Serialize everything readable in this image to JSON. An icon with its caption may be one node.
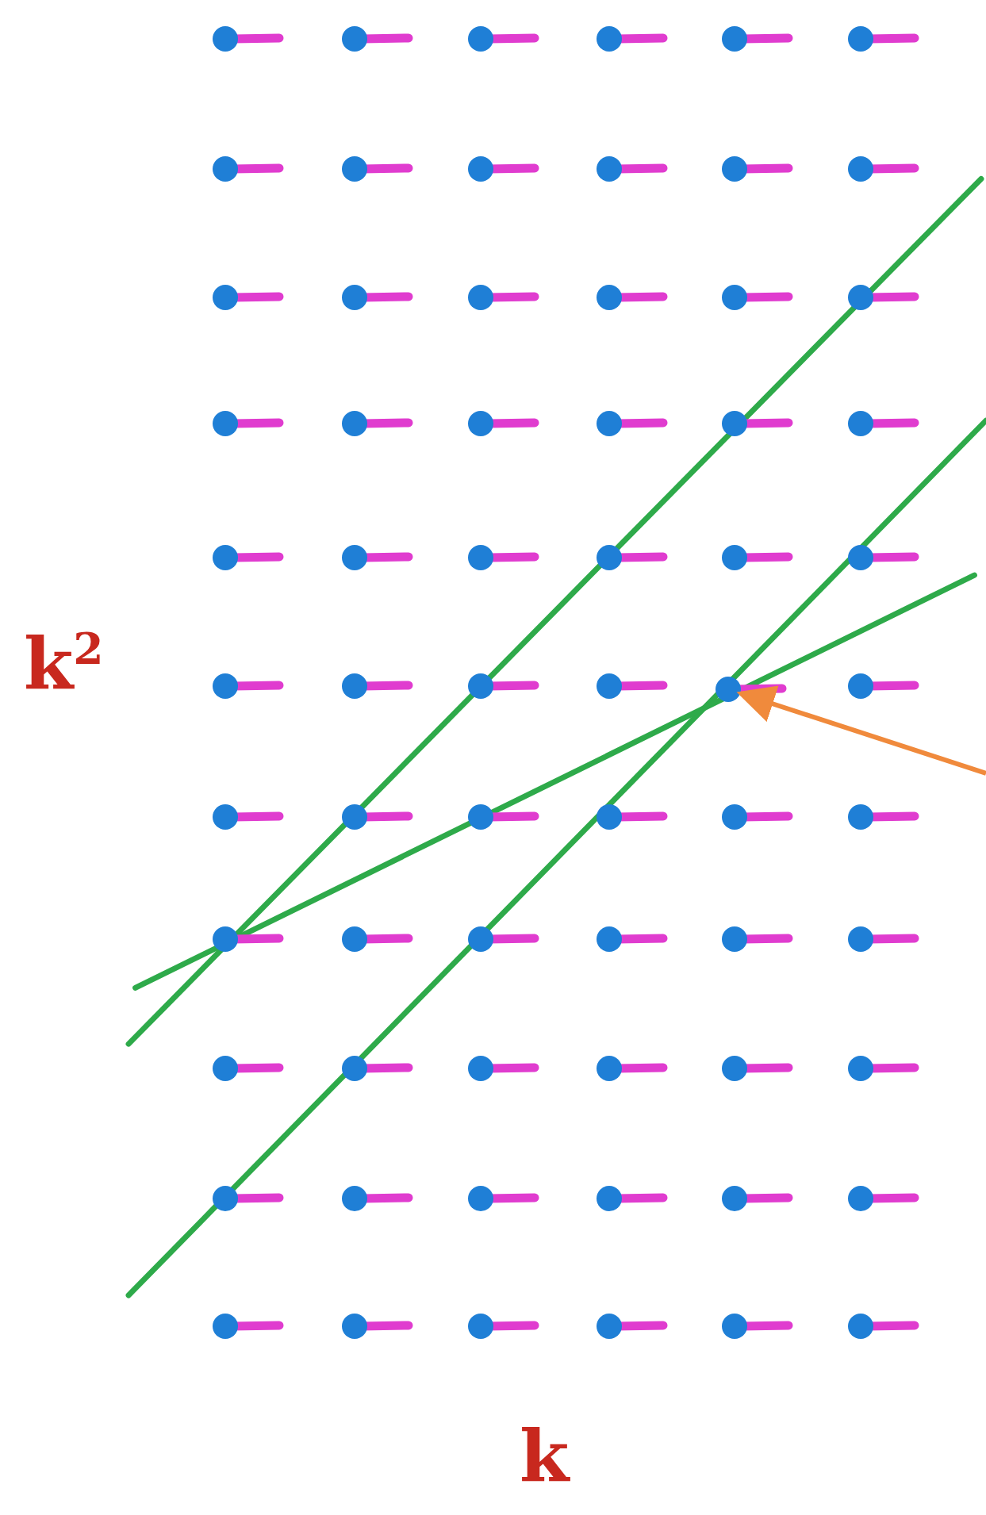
{
  "diagram": {
    "nodes": [
      {
        "text": [],
        "shape": "circle"
      },
      {
        "text": [],
        "shape": "circle"
      },
      {
        "text": [],
        "shape": "circle"
      },
      {
        "text": [],
        "shape": "circle"
      },
      {
        "text": [],
        "shape": "circle"
      },
      {
        "text": [],
        "shape": "circle"
      },
      {
        "text": [],
        "shape": "circle"
      },
      {
        "text": [],
        "shape": "circle"
      },
      {
        "text": [],
        "shape": "circle"
      },
      {
        "text": [],
        "shape": "circle"
      },
      {
        "text": [],
        "shape": "circle"
      },
      {
        "text": [],
        "shape": "circle"
      },
      {
        "text": [],
        "shape": "circle"
      },
      {
        "text": [],
        "shape": "circle"
      },
      {
        "text": [],
        "shape": "circle"
      },
      {
        "text": [],
        "shape": "circle"
      },
      {
        "text": [],
        "shape": "circle"
      },
      {
        "text": [],
        "shape": "circle"
      },
      {
        "text": [],
        "shape": "circle"
      },
      {
        "text": [],
        "shape": "circle"
      },
      {
        "text": [],
        "shape": "circle"
      },
      {
        "text": [],
        "shape": "circle"
      },
      {
        "text": [],
        "shape": "circle"
      },
      {
        "text": [],
        "shape": "circle"
      },
      {
        "text": [],
        "shape": "circle"
      },
      {
        "text": [],
        "shape": "circle"
      },
      {
        "text": [],
        "shape": "circle"
      },
      {
        "text": [],
        "shape": "circle"
      },
      {
        "text": [],
        "shape": "circle"
      },
      {
        "text": [],
        "shape": "circle"
      },
      {
        "text": [],
        "shape": "circle"
      },
      {
        "text": [],
        "shape": "circle"
      },
      {
        "text": [],
        "shape": "circle"
      },
      {
        "text": [],
        "shape": "circle"
      },
      {
        "text": [],
        "shape": "circle"
      },
      {
        "text": [],
        "shape": "circle"
      },
      {
        "text": [],
        "shape": "circle"
      },
      {
        "text": [],
        "shape": "circle"
      },
      {
        "text": [],
        "shape": "circle"
      },
      {
        "text": [],
        "shape": "circle"
      },
      {
        "text": [],
        "shape": "circle"
      },
      {
        "text": [],
        "shape": "circle"
      },
      {
        "text": [],
        "shape": "circle"
      },
      {
        "text": [],
        "shape": "circle"
      },
      {
        "text": [],
        "shape": "circle"
      },
      {
        "text": [],
        "shape": "circle"
      },
      {
        "text": [],
        "shape": "circle"
      },
      {
        "text": [],
        "shape": "circle"
      },
      {
        "text": [],
        "shape": "circle"
      },
      {
        "text": [],
        "shape": "circle"
      },
      {
        "text": [],
        "shape": "circle"
      },
      {
        "text": [],
        "shape": "circle"
      },
      {
        "text": [],
        "shape": "circle"
      },
      {
        "text": [],
        "shape": "circle"
      },
      {
        "text": [],
        "shape": "circle"
      },
      {
        "text": [],
        "shape": "circle"
      },
      {
        "text": [],
        "shape": "circle"
      },
      {
        "text": [],
        "shape": "circle"
      },
      {
        "text": [],
        "shape": "circle"
      },
      {
        "text": [],
        "shape": "circle"
      },
      {
        "text": [],
        "shape": "circle"
      },
      {
        "text": [],
        "shape": "circle"
      },
      {
        "text": [],
        "shape": "circle"
      },
      {
        "text": [],
        "shape": "circle"
      },
      {
        "text": [],
        "shape": "circle"
      },
      {
        "text": [],
        "shape": "circle"
      }
    ],
    "edges": [
      {
        "from": null,
        "to": 34,
        "arrow": "to"
      }
    ],
    "labels": [
      "k$^{2}$",
      "k"
    ]
  }
}
